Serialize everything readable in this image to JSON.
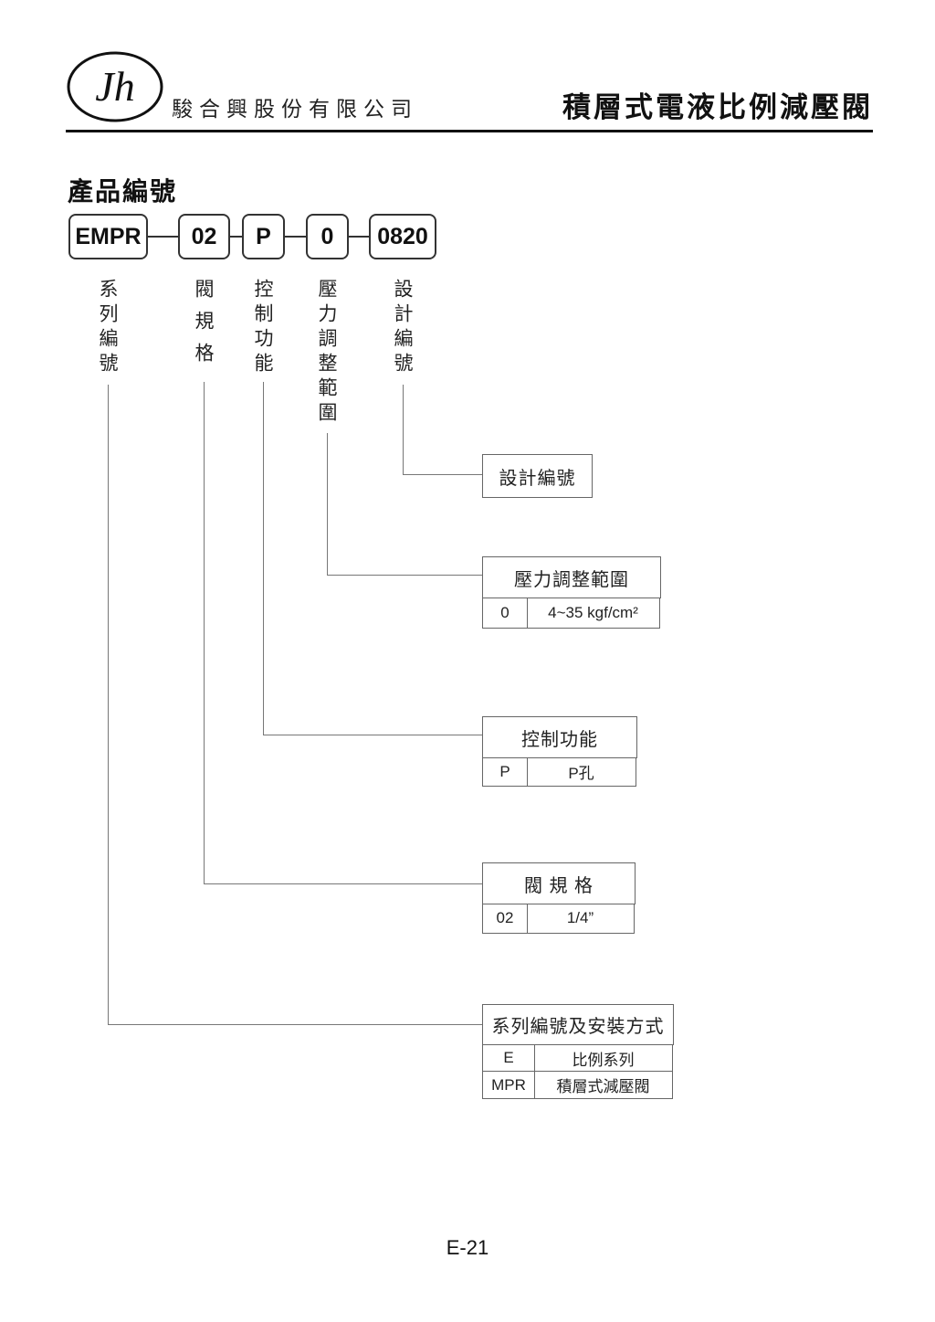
{
  "header": {
    "logo_monogram": "Jh",
    "company_name": "駿合興股份有限公司",
    "doc_title": "積層式電液比例減壓閥"
  },
  "section_title": "產品編號",
  "model_code": {
    "segments": [
      {
        "code": "EMPR",
        "label": "系列編號"
      },
      {
        "code": "02",
        "label": "閥規格"
      },
      {
        "code": "P",
        "label": "控制功能"
      },
      {
        "code": "0",
        "label": "壓力調整範圍"
      },
      {
        "code": "0820",
        "label": "設計編號"
      }
    ]
  },
  "legend": {
    "design_number": {
      "title": "設計編號"
    },
    "pressure_range": {
      "title": "壓力調整範圍",
      "rows": [
        {
          "code": "0",
          "value": "4~35 kgf/cm²"
        }
      ]
    },
    "control_function": {
      "title": "控制功能",
      "rows": [
        {
          "code": "P",
          "value": "P孔"
        }
      ]
    },
    "valve_size": {
      "title": "閥 規 格",
      "rows": [
        {
          "code": "02",
          "value": "1/4”"
        }
      ]
    },
    "series": {
      "title": "系列編號及安裝方式",
      "rows": [
        {
          "code": "E",
          "value": "比例系列"
        },
        {
          "code": "MPR",
          "value": "積層式減壓閥"
        }
      ]
    }
  },
  "footer": {
    "page_number": "E-21"
  }
}
